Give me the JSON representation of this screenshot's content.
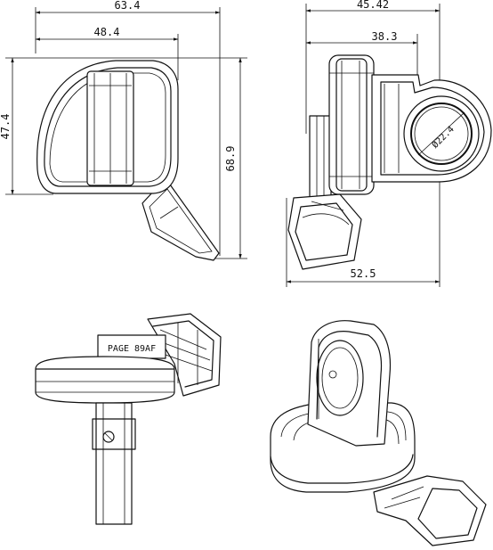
{
  "views": {
    "front": {
      "dim_overall_width": "63.4",
      "dim_body_width": "48.4",
      "dim_body_height": "47.4",
      "dim_overall_height": "68.9"
    },
    "side": {
      "dim_overall_width": "45.42",
      "dim_body_width": "38.3",
      "dim_bore_diameter": "Ø22.4",
      "dim_lever_width": "52.5"
    },
    "bottom": {
      "marking_text": "PAGE 89AF"
    }
  }
}
